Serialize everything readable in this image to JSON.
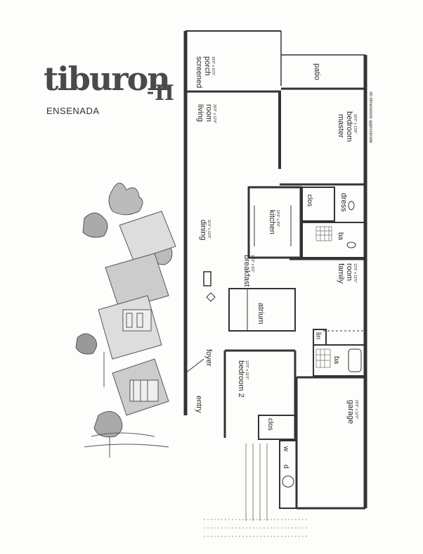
{
  "brand": {
    "name": "tiburon",
    "model": "II",
    "community": "ENSENADA"
  },
  "rooms": {
    "screened_porch": {
      "name1": "screened",
      "name2": "porch",
      "dim": "16'0\" x 10'0\""
    },
    "patio": {
      "name": "patio"
    },
    "living_room": {
      "name1": "living",
      "name2": "room",
      "dim": "16'0\" x 12'4\""
    },
    "master_bedroom": {
      "name1": "master",
      "name2": "bedroom",
      "dim": "16'0\" x 13'8\""
    },
    "dining": {
      "name": "dining",
      "dim": "11'0\" x 10'0\""
    },
    "kitchen": {
      "name": "kitchen",
      "dim": "10'0\" x 8'6\""
    },
    "breakfast": {
      "name": "breakfast",
      "dim": "10'0\" x 6'6\""
    },
    "family_room": {
      "name1": "family",
      "name2": "room",
      "dim": "12'0\" x 12'0\""
    },
    "atrium": {
      "name": "atrium"
    },
    "foyer": {
      "name": "foyer"
    },
    "entry": {
      "name": "entry"
    },
    "bedroom_2": {
      "name": "bedroom 2",
      "dim": "12'0\" x 11'0\""
    },
    "garage": {
      "name": "garage",
      "dim": "20'0\" x 12'0\""
    },
    "clos_master": {
      "name": "clos"
    },
    "dress": {
      "name": "dress"
    },
    "ba_master": {
      "name": "ba"
    },
    "lin": {
      "name": "lin"
    },
    "ba_hall": {
      "name": "ba"
    },
    "clos_bed2": {
      "name": "clos"
    },
    "washer": {
      "name": "w"
    },
    "dryer": {
      "name": "d"
    }
  },
  "note": "All dimensions approximate"
}
